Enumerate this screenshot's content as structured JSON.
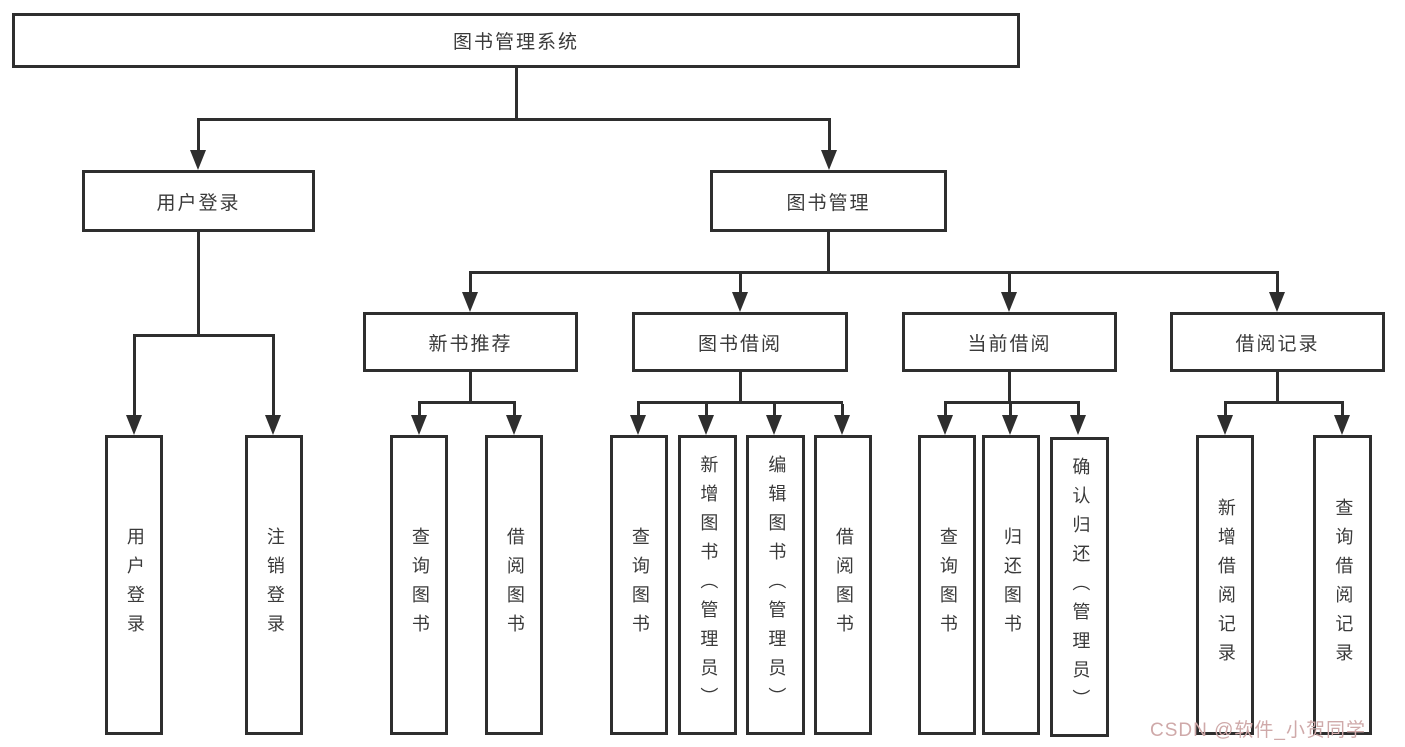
{
  "tree": {
    "root": {
      "label": "图书管理系统"
    },
    "user_login": {
      "label": "用户登录",
      "children": [
        {
          "label": "用户登录"
        },
        {
          "label": "注销登录"
        }
      ]
    },
    "book_management": {
      "label": "图书管理",
      "children": [
        {
          "label": "新书推荐",
          "children": [
            {
              "label": "查询图书"
            },
            {
              "label": "借阅图书"
            }
          ]
        },
        {
          "label": "图书借阅",
          "children": [
            {
              "label": "查询图书"
            },
            {
              "label": "新增图书（管理员）"
            },
            {
              "label": "编辑图书（管理员）"
            },
            {
              "label": "借阅图书"
            }
          ]
        },
        {
          "label": "当前借阅",
          "children": [
            {
              "label": "查询图书"
            },
            {
              "label": "归还图书"
            },
            {
              "label": "确认归还（管理员）"
            }
          ]
        },
        {
          "label": "借阅记录",
          "children": [
            {
              "label": "新增借阅记录"
            },
            {
              "label": "查询借阅记录"
            }
          ]
        }
      ]
    }
  },
  "watermark": {
    "text": "CSDN @软件_小贺同学",
    "color": "#cfa9a9"
  },
  "colors": {
    "background": "#ffffff",
    "line": "#2e2e2e",
    "box_border": "#2e2e2e",
    "text": "#3a3a3a"
  }
}
